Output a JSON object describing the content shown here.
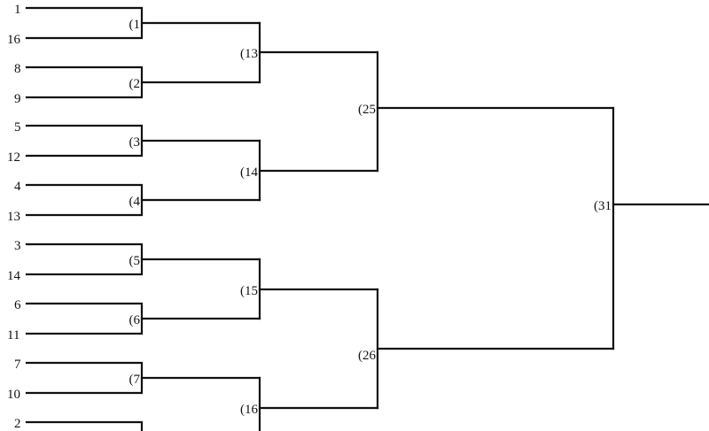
{
  "bracket": {
    "seeds": [
      "1",
      "16",
      "8",
      "9",
      "5",
      "12",
      "4",
      "13",
      "3",
      "14",
      "6",
      "11",
      "7",
      "10",
      "2"
    ],
    "round1_labels": [
      "(1",
      "(2",
      "(3",
      "(4",
      "(5",
      "(6",
      "(7"
    ],
    "round2_labels": [
      "(13",
      "(14",
      "(15",
      "(16"
    ],
    "round3_labels": [
      "(25",
      "(26"
    ],
    "round4_labels": [
      "(31"
    ]
  },
  "colors": {
    "line": "#111111",
    "background": "#ffffff"
  }
}
